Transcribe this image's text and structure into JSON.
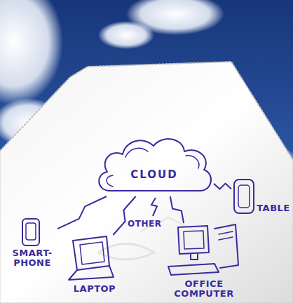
{
  "diagram": {
    "nodes": [
      {
        "text": [
          "CLOUD"
        ]
      },
      {
        "text": [
          "SMART- PHONE"
        ]
      },
      {
        "text": [
          "LAPTOP"
        ]
      },
      {
        "text": [
          "OFFICE COMPUTER"
        ]
      },
      {
        "text": [
          "TABLE"
        ]
      }
    ],
    "edges": [
      {
        "from": 0,
        "to": 1,
        "arrow": "none"
      },
      {
        "from": 0,
        "to": 2,
        "arrow": "none"
      },
      {
        "from": 0,
        "to": 3,
        "arrow": "none"
      },
      {
        "from": 0,
        "to": 4,
        "arrow": "none"
      }
    ],
    "labels": [
      "OTHER"
    ]
  }
}
